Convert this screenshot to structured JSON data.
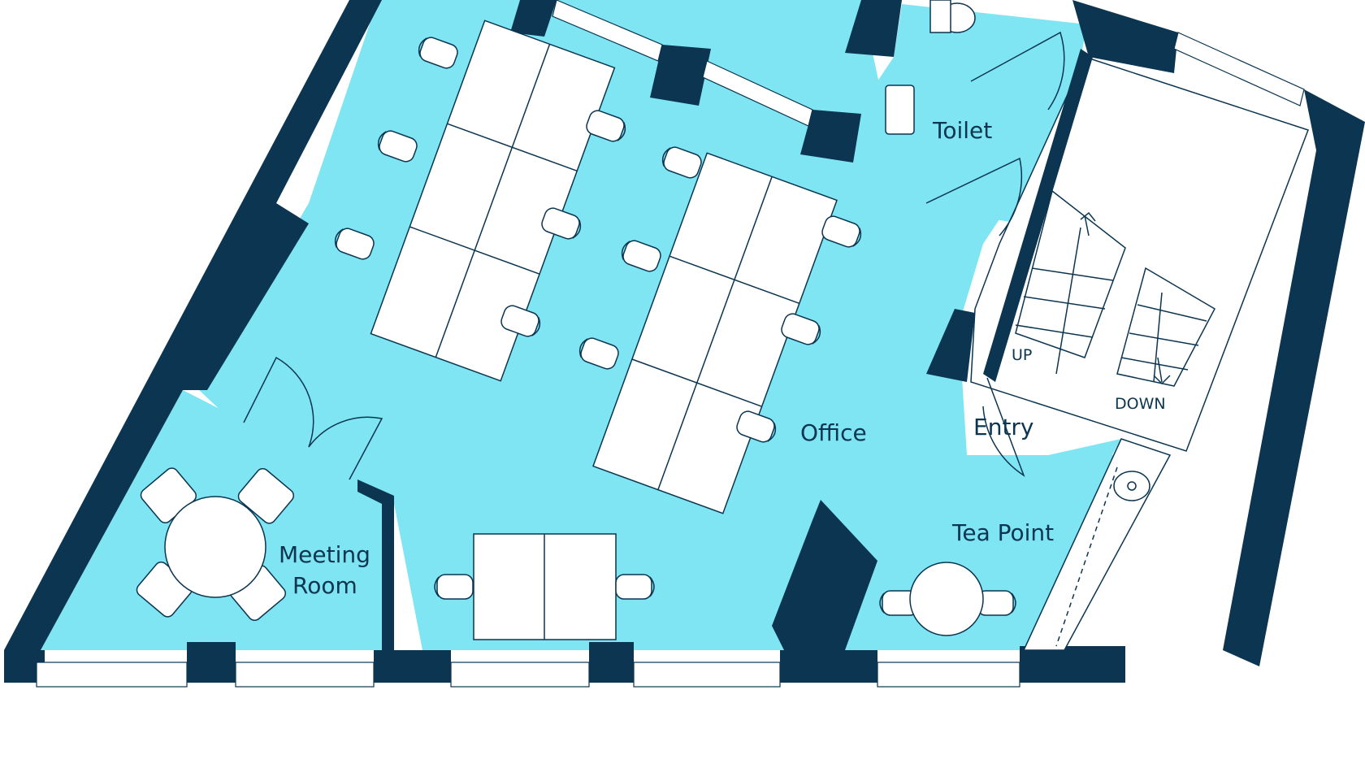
{
  "colors": {
    "wall": "#0b3550",
    "floor": "#7fe5f2",
    "furniture": "#ffffff",
    "line": "#0b3550",
    "background": "#ffffff"
  },
  "labels": {
    "office": "Office",
    "toilet": "Toilet",
    "entry": "Entry",
    "tea_point": "Tea Point",
    "meeting_room_line1": "Meeting",
    "meeting_room_line2": "Room",
    "stairs_up": "UP",
    "stairs_down": "DOWN"
  }
}
